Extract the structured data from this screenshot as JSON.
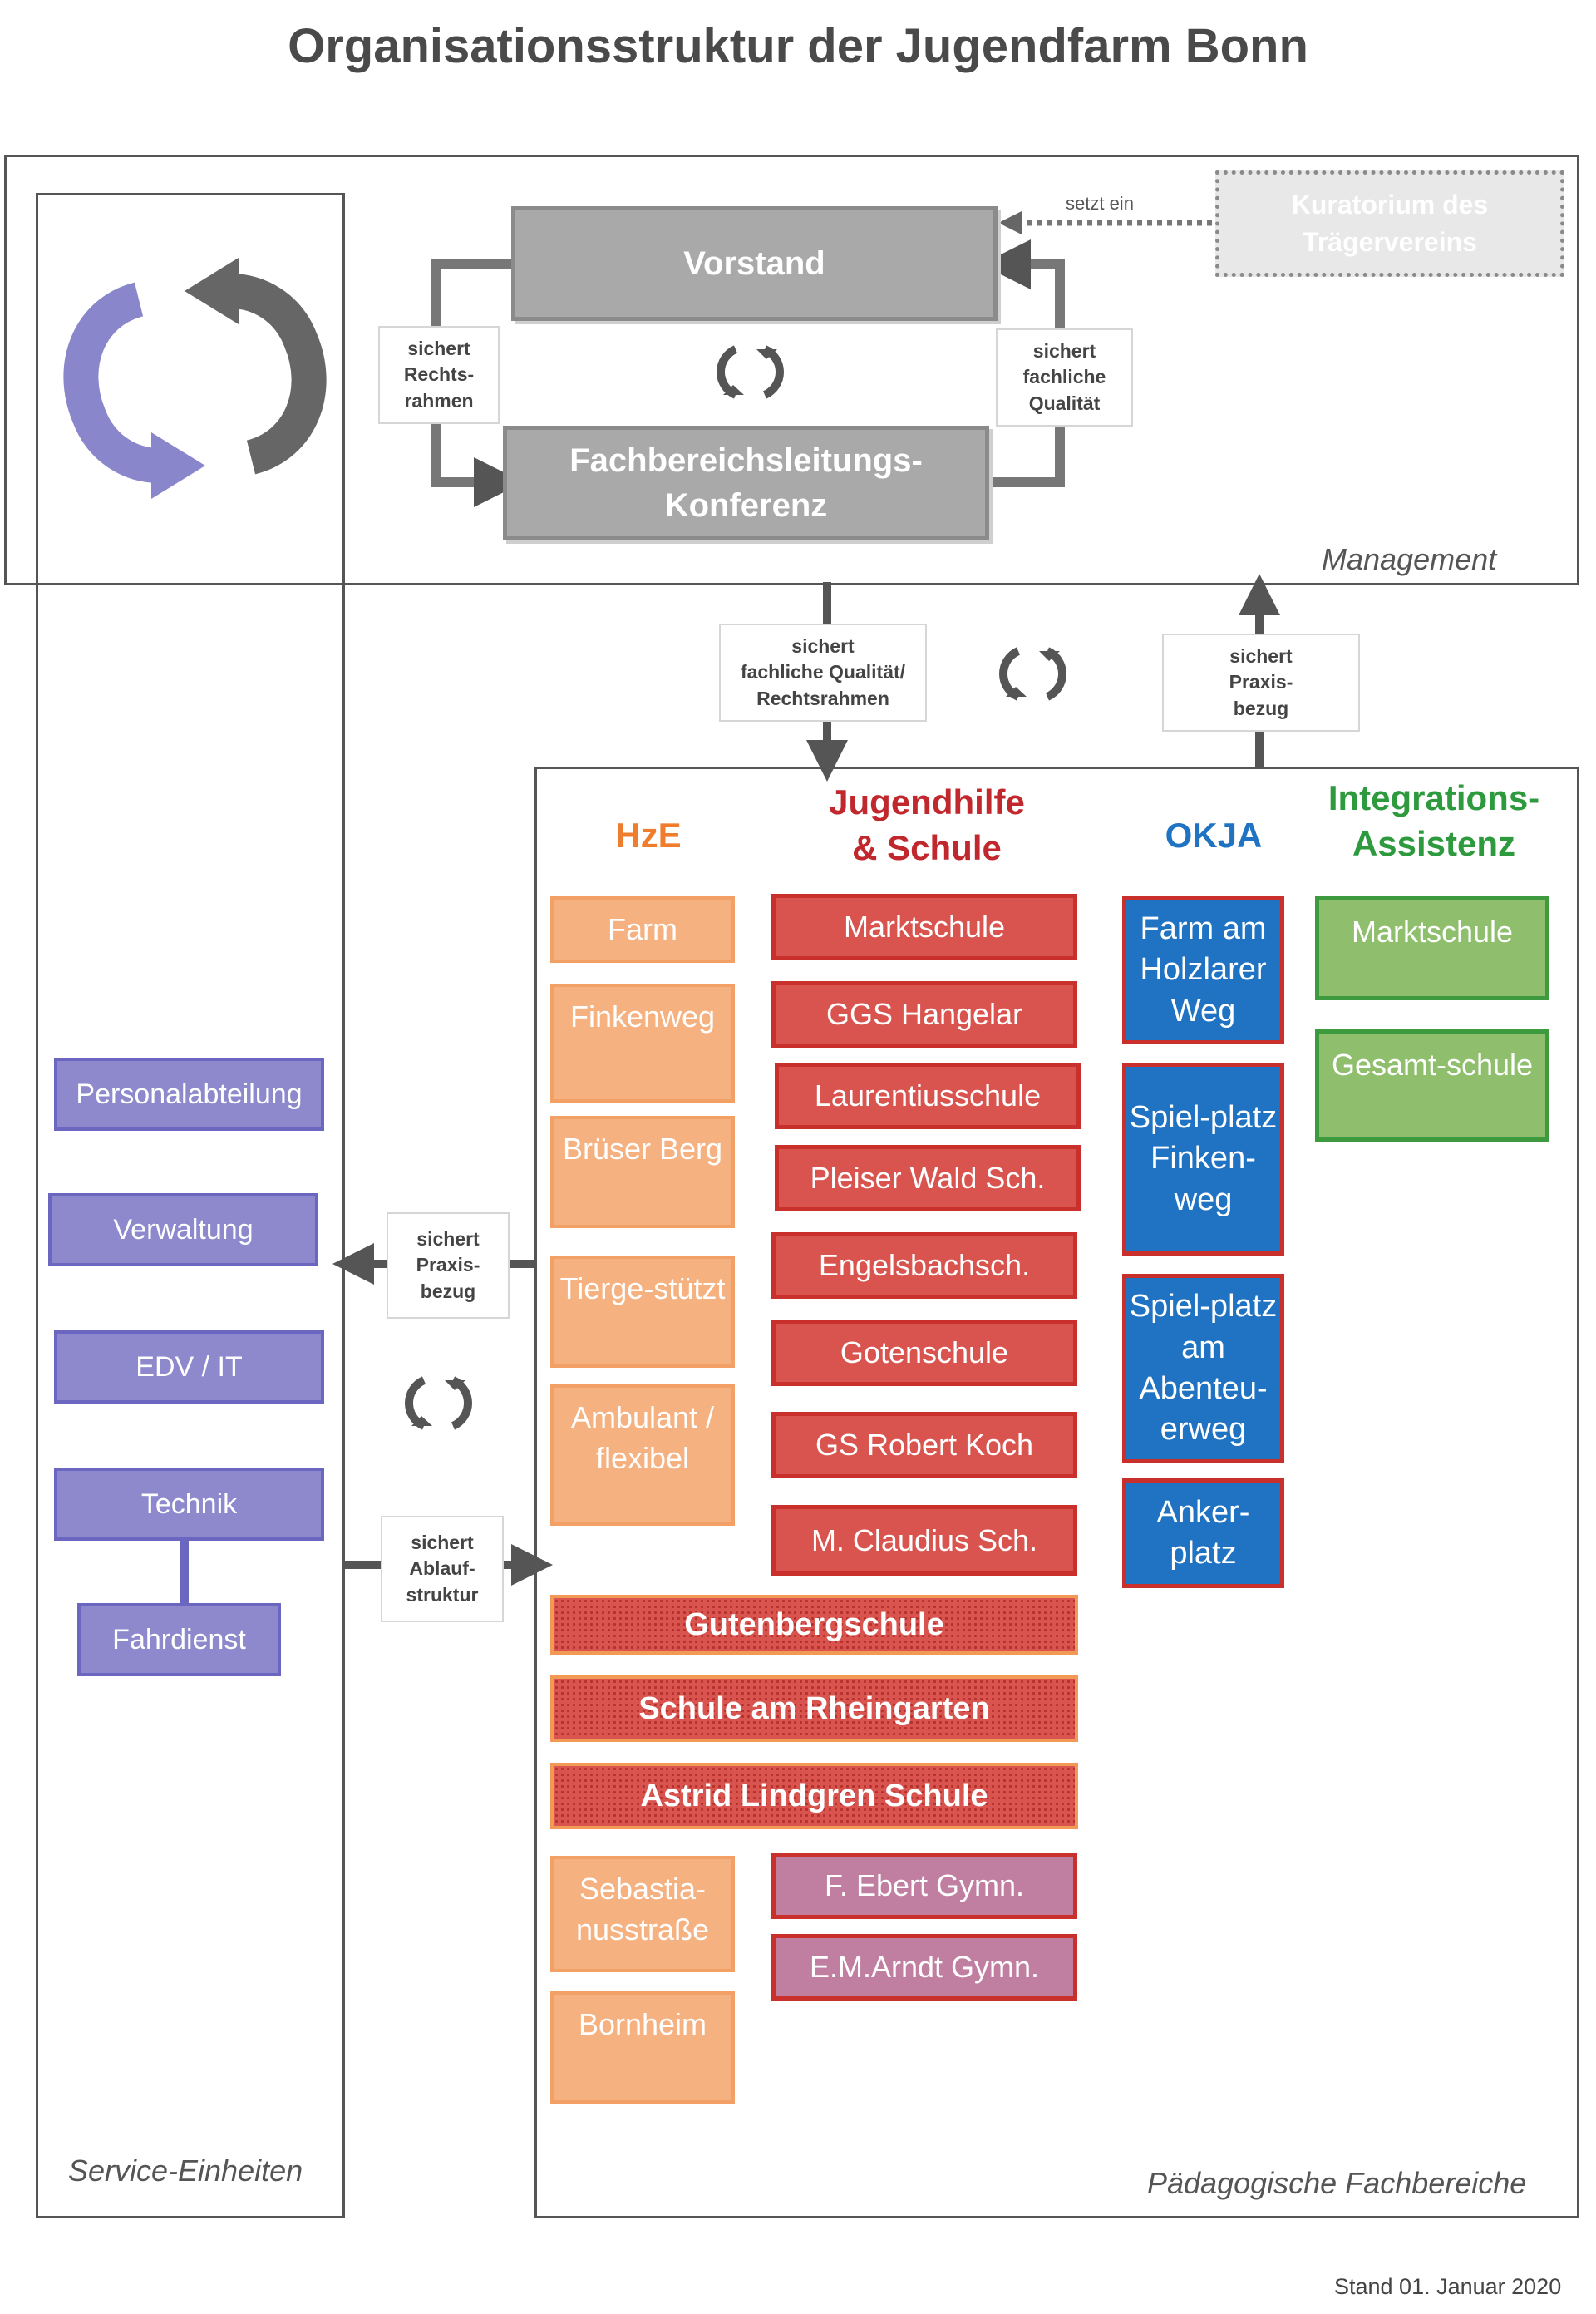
{
  "title": "Organisationsstruktur der Jugendfarm Bonn",
  "management": {
    "caption": "Management",
    "kuratorium": "Kuratorium des Trägervereins",
    "setzt_ein": "setzt ein",
    "vorstand": "Vorstand",
    "konferenz_line1": "Fachbereichsleitungs-",
    "konferenz_line2": "Konferenz",
    "left_label": [
      "sichert",
      "Rechts-",
      "rahmen"
    ],
    "right_label": [
      "sichert",
      "fachliche",
      "Qualität"
    ]
  },
  "middle": {
    "down_label": [
      "sichert",
      "fachliche Qualität/",
      "Rechtsrahmen"
    ],
    "up_label": [
      "sichert",
      "Praxis-",
      "bezug"
    ]
  },
  "service": {
    "caption": "Service-Einheiten",
    "items": [
      "Personalabteilung",
      "Verwaltung",
      "EDV / IT",
      "Technik",
      "Fahrdienst"
    ],
    "praxis_label": [
      "sichert",
      "Praxis-",
      "bezug"
    ],
    "ablauf_label": [
      "sichert",
      "Ablauf-",
      "struktur"
    ]
  },
  "fachbereiche": {
    "caption": "Pädagogische Fachbereiche",
    "hze": {
      "heading": "HzE",
      "color": "#f07d2e",
      "items": [
        "Farm",
        "Finkenweg",
        "Brüser Berg",
        "Tierge-stützt",
        "Ambulant / flexibel",
        "Sebastia-nusstraße",
        "Bornheim"
      ]
    },
    "jugendhilfe": {
      "heading_line1": "Jugendhilfe",
      "heading_line2": "& Schule",
      "color": "#c0282d",
      "items": [
        "Marktschule",
        "GGS Hangelar",
        "Laurentiusschule",
        "Pleiser Wald Sch.",
        "Engelsbachsch.",
        "Gotenschule",
        "GS Robert Koch",
        "M. Claudius Sch."
      ],
      "gym": [
        "F. Ebert Gymn.",
        "E.M.Arndt Gymn."
      ]
    },
    "shared": [
      "Gutenbergschule",
      "Schule am Rheingarten",
      "Astrid Lindgren Schule"
    ],
    "okja": {
      "heading": "OKJA",
      "color": "#1f73c2",
      "items": [
        "Farm am Holzlarer Weg",
        "Spiel-platz Finken-weg",
        "Spiel-platz am Abenteu-erweg",
        "Anker-platz"
      ]
    },
    "integration": {
      "heading_line1": "Integrations-",
      "heading_line2": "Assistenz",
      "color": "#2e9a3e",
      "items": [
        "Marktschule",
        "Gesamt-schule"
      ]
    }
  },
  "footer": "Stand 01. Januar 2020"
}
